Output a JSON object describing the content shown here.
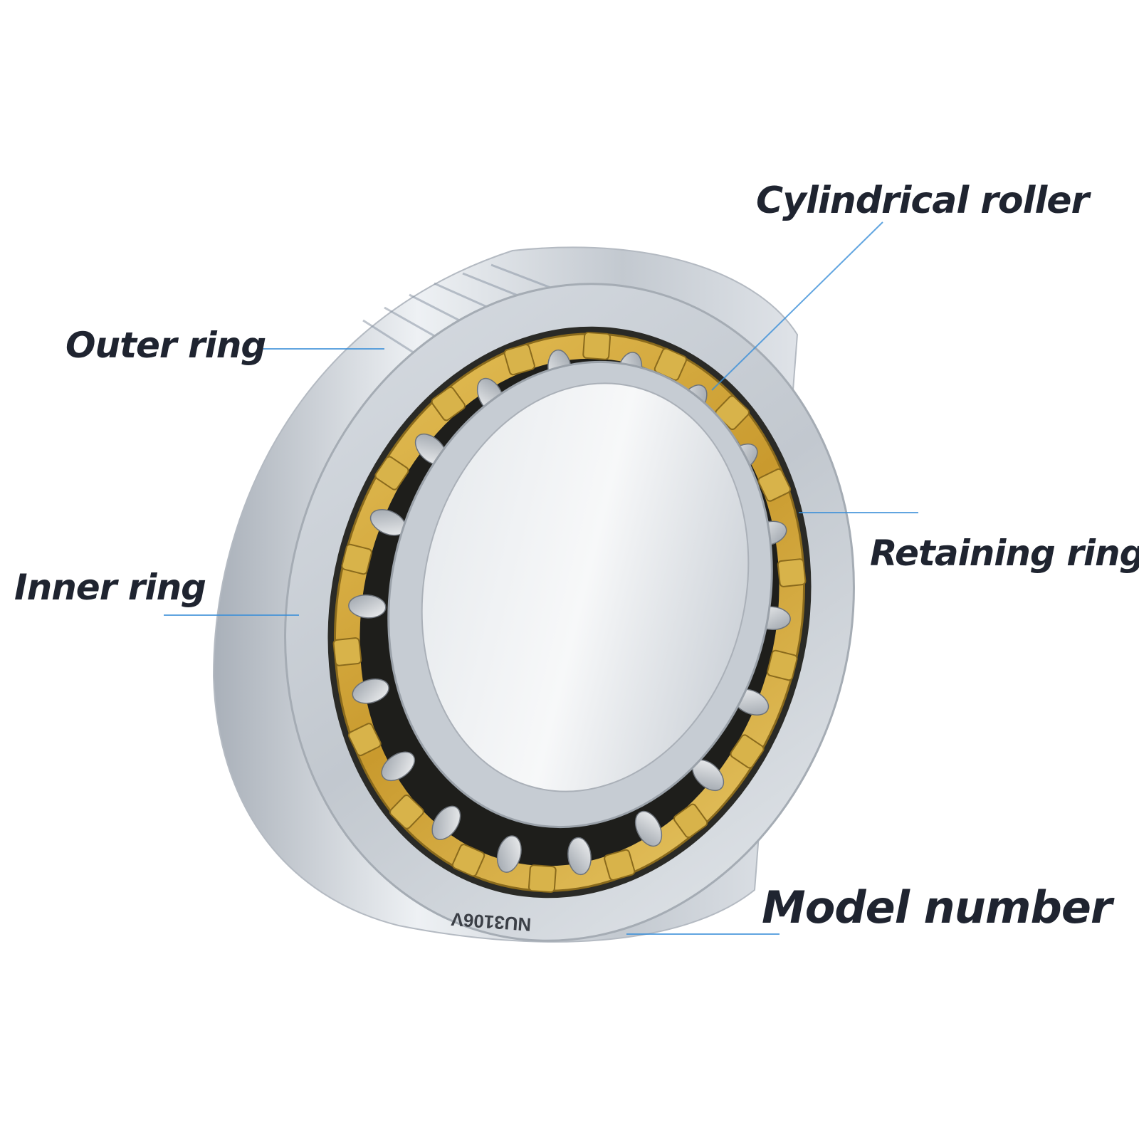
{
  "labels": {
    "outer_ring": "Outer ring",
    "inner_ring": "Inner ring",
    "cylindrical_roller": "Cylindrical roller",
    "retaining_ring": "Retaining ring",
    "model_number": "Model number"
  },
  "engraving": "NU3106V",
  "colors": {
    "text": "#1f2430",
    "leader_line": "#3a8fd8",
    "steel": "#c9cfd6",
    "brass": "#d9b040"
  }
}
